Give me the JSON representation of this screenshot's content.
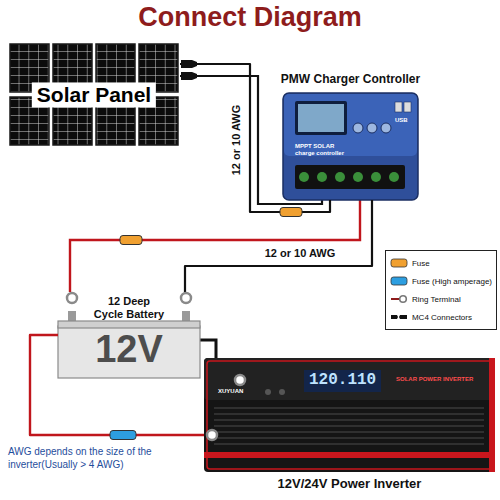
{
  "diagram": {
    "title": "Connect Diagram",
    "nodes": [
      {
        "text": [
          "Solar Panel"
        ]
      },
      {
        "text": [
          "PMW Charger Controller",
          "MPPT SOLAR charge controller",
          "USB"
        ]
      },
      {
        "text": [
          "12 Deep Cycle Battery",
          "12V"
        ]
      },
      {
        "text": [
          "XUYUAN",
          "120.110",
          "SOLAR POWER INVERTER",
          "12V/24V Power Inverter"
        ]
      }
    ],
    "edges": [
      {
        "from": 0,
        "to": 1,
        "arrow": "none",
        "label": "12 or 10 AWG"
      },
      {
        "from": 1,
        "to": 2,
        "arrow": "none",
        "label": "12 or 10 AWG"
      },
      {
        "from": 2,
        "to": 3,
        "arrow": "none"
      }
    ],
    "labels": [
      "AWG depends on the size of the inverter(Usually > 4 AWG)"
    ],
    "legend": [
      {
        "text": "Fuse",
        "color": "#f0a030"
      },
      {
        "text": "Fuse (High amperage)",
        "color": "#2d9ee0"
      },
      {
        "text": "Ring Terminal"
      },
      {
        "text": "MC4 Connectors"
      }
    ]
  }
}
